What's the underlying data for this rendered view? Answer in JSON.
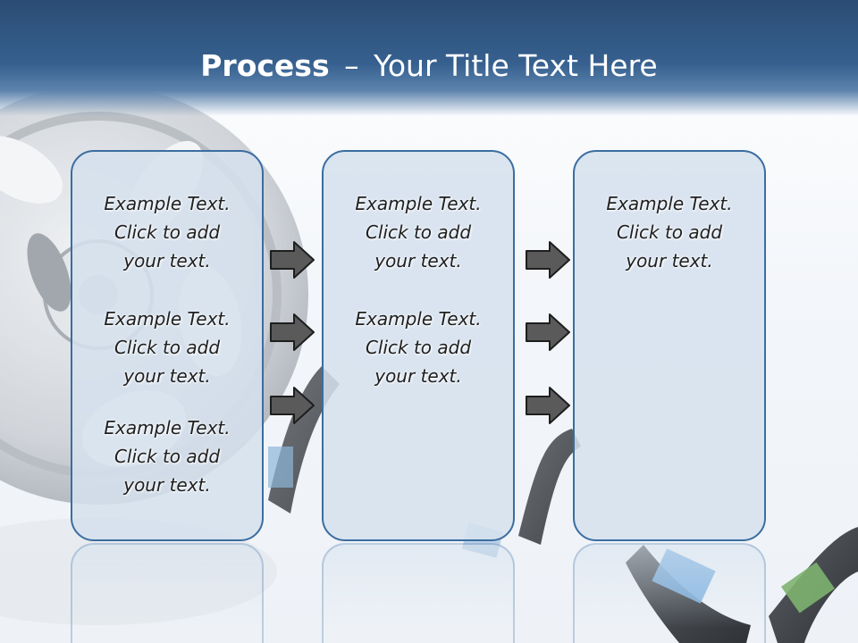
{
  "slide": {
    "title_bold": "Process",
    "title_sep": "–",
    "title_rest": "Your Title Text Here"
  },
  "panels": [
    {
      "items": [
        {
          "line1": "Example Text.",
          "line2": "Click  to add",
          "line3": "your text."
        },
        {
          "line1": "Example Text.",
          "line2": "Click  to add",
          "line3": "your text."
        },
        {
          "line1": "Example Text.",
          "line2": "Click  to add",
          "line3": "your text."
        }
      ]
    },
    {
      "items": [
        {
          "line1": "Example Text.",
          "line2": "Click  to add",
          "line3": "your text."
        },
        {
          "line1": "Example Text.",
          "line2": "Click  to add",
          "line3": "your text."
        }
      ]
    },
    {
      "items": [
        {
          "line1": "Example Text.",
          "line2": "Click  to add",
          "line3": "your text."
        }
      ]
    }
  ],
  "icons": {
    "arrow": "arrow-right-icon",
    "film_reel": "film-reel-icon",
    "film_strip": "film-strip-icon"
  },
  "colors": {
    "header": "#2b4c74",
    "panel_border": "#3b6da0",
    "panel_fill": "#d5e1ee",
    "arrow_fill": "#5a5a5a"
  }
}
